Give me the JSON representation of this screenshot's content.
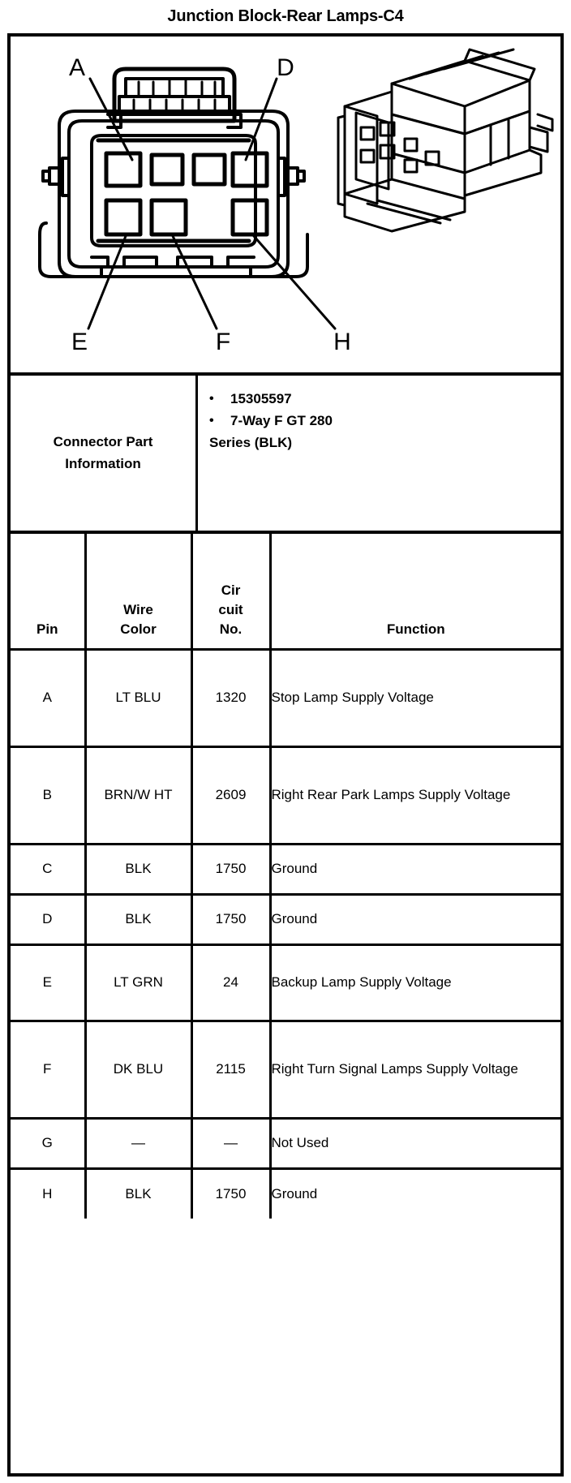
{
  "document": {
    "title": "Junction Block-Rear Lamps-C4"
  },
  "illustration": {
    "caption_labels": {
      "a": "A",
      "d": "D",
      "e": "E",
      "f": "F",
      "h": "H"
    }
  },
  "connector_part_information": {
    "label_line1": "Connector Part",
    "label_line2": "Information",
    "bullets": [
      "15305597",
      "7-Way F GT 280"
    ],
    "continuation": "Series (BLK)",
    "bullet_glyph": "•"
  },
  "pin_table": {
    "headers": {
      "pin": "Pin",
      "wire_color_line1": "Wire",
      "wire_color_line2": "Color",
      "circuit_no_line1": "Cir",
      "circuit_no_line2": "cuit",
      "circuit_no_line3": "No.",
      "function": "Function"
    },
    "rows": [
      {
        "pin": "A",
        "wire_color": "LT BLU",
        "circuit_no": "1320",
        "function": "Stop Lamp Supply Voltage"
      },
      {
        "pin": "B",
        "wire_color": "BRN/W HT",
        "circuit_no": "2609",
        "function": "Right Rear Park Lamps Supply Voltage"
      },
      {
        "pin": "C",
        "wire_color": "BLK",
        "circuit_no": "1750",
        "function": "Ground"
      },
      {
        "pin": "D",
        "wire_color": "BLK",
        "circuit_no": "1750",
        "function": "Ground"
      },
      {
        "pin": "E",
        "wire_color": "LT GRN",
        "circuit_no": "24",
        "function": "Backup Lamp Supply Voltage"
      },
      {
        "pin": "F",
        "wire_color": "DK BLU",
        "circuit_no": "2115",
        "function": "Right Turn Signal Lamps Supply Voltage"
      },
      {
        "pin": "G",
        "wire_color": "—",
        "circuit_no": "—",
        "function": "Not Used"
      },
      {
        "pin": "H",
        "wire_color": "BLK",
        "circuit_no": "1750",
        "function": "Ground"
      }
    ]
  },
  "colors": {
    "ink": "#000000",
    "paper": "#ffffff"
  }
}
